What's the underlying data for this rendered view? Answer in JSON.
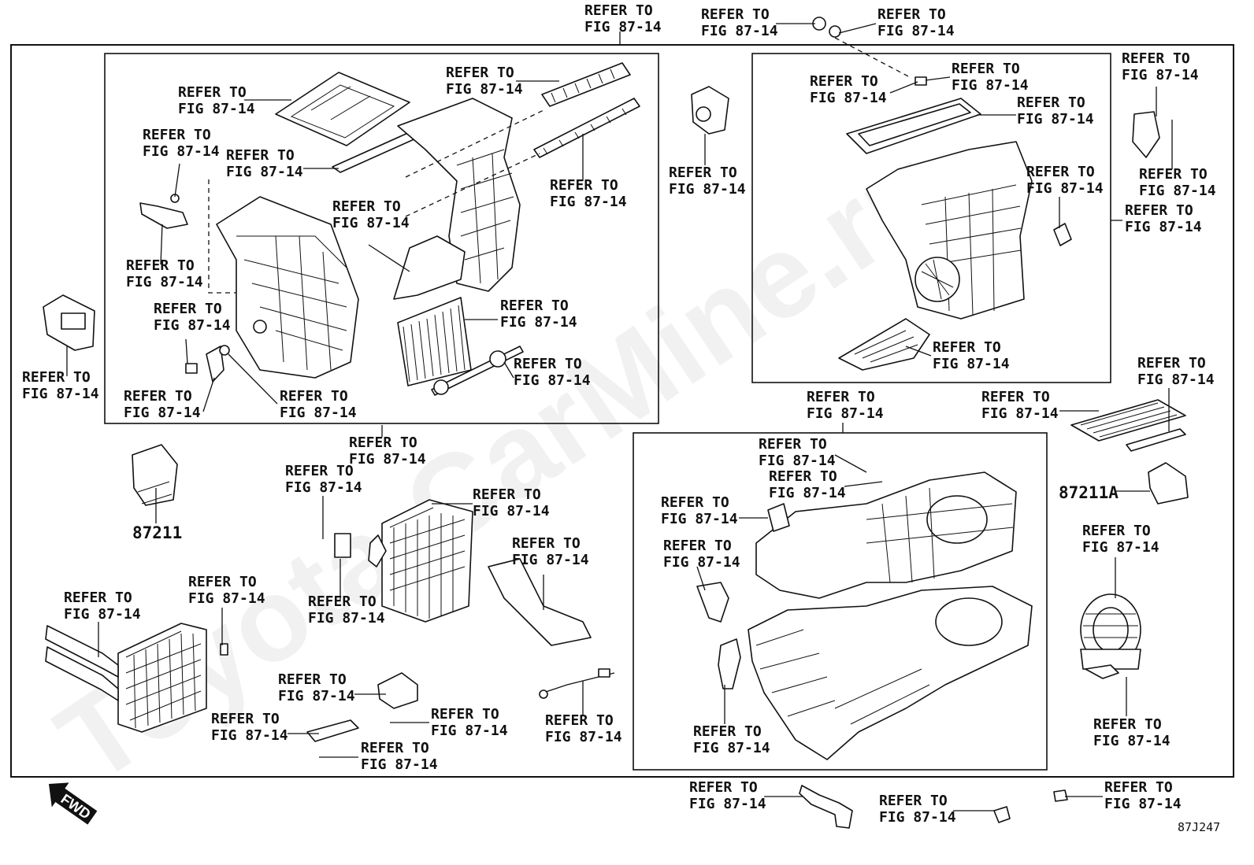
{
  "watermark": "Toyota-CarMine.ru",
  "callout_text": [
    "REFER TO",
    "FIG 87-14"
  ],
  "part_numbers": [
    "87211",
    "87211A"
  ],
  "fwd_label": "FWD",
  "diagram_code": "87J247"
}
